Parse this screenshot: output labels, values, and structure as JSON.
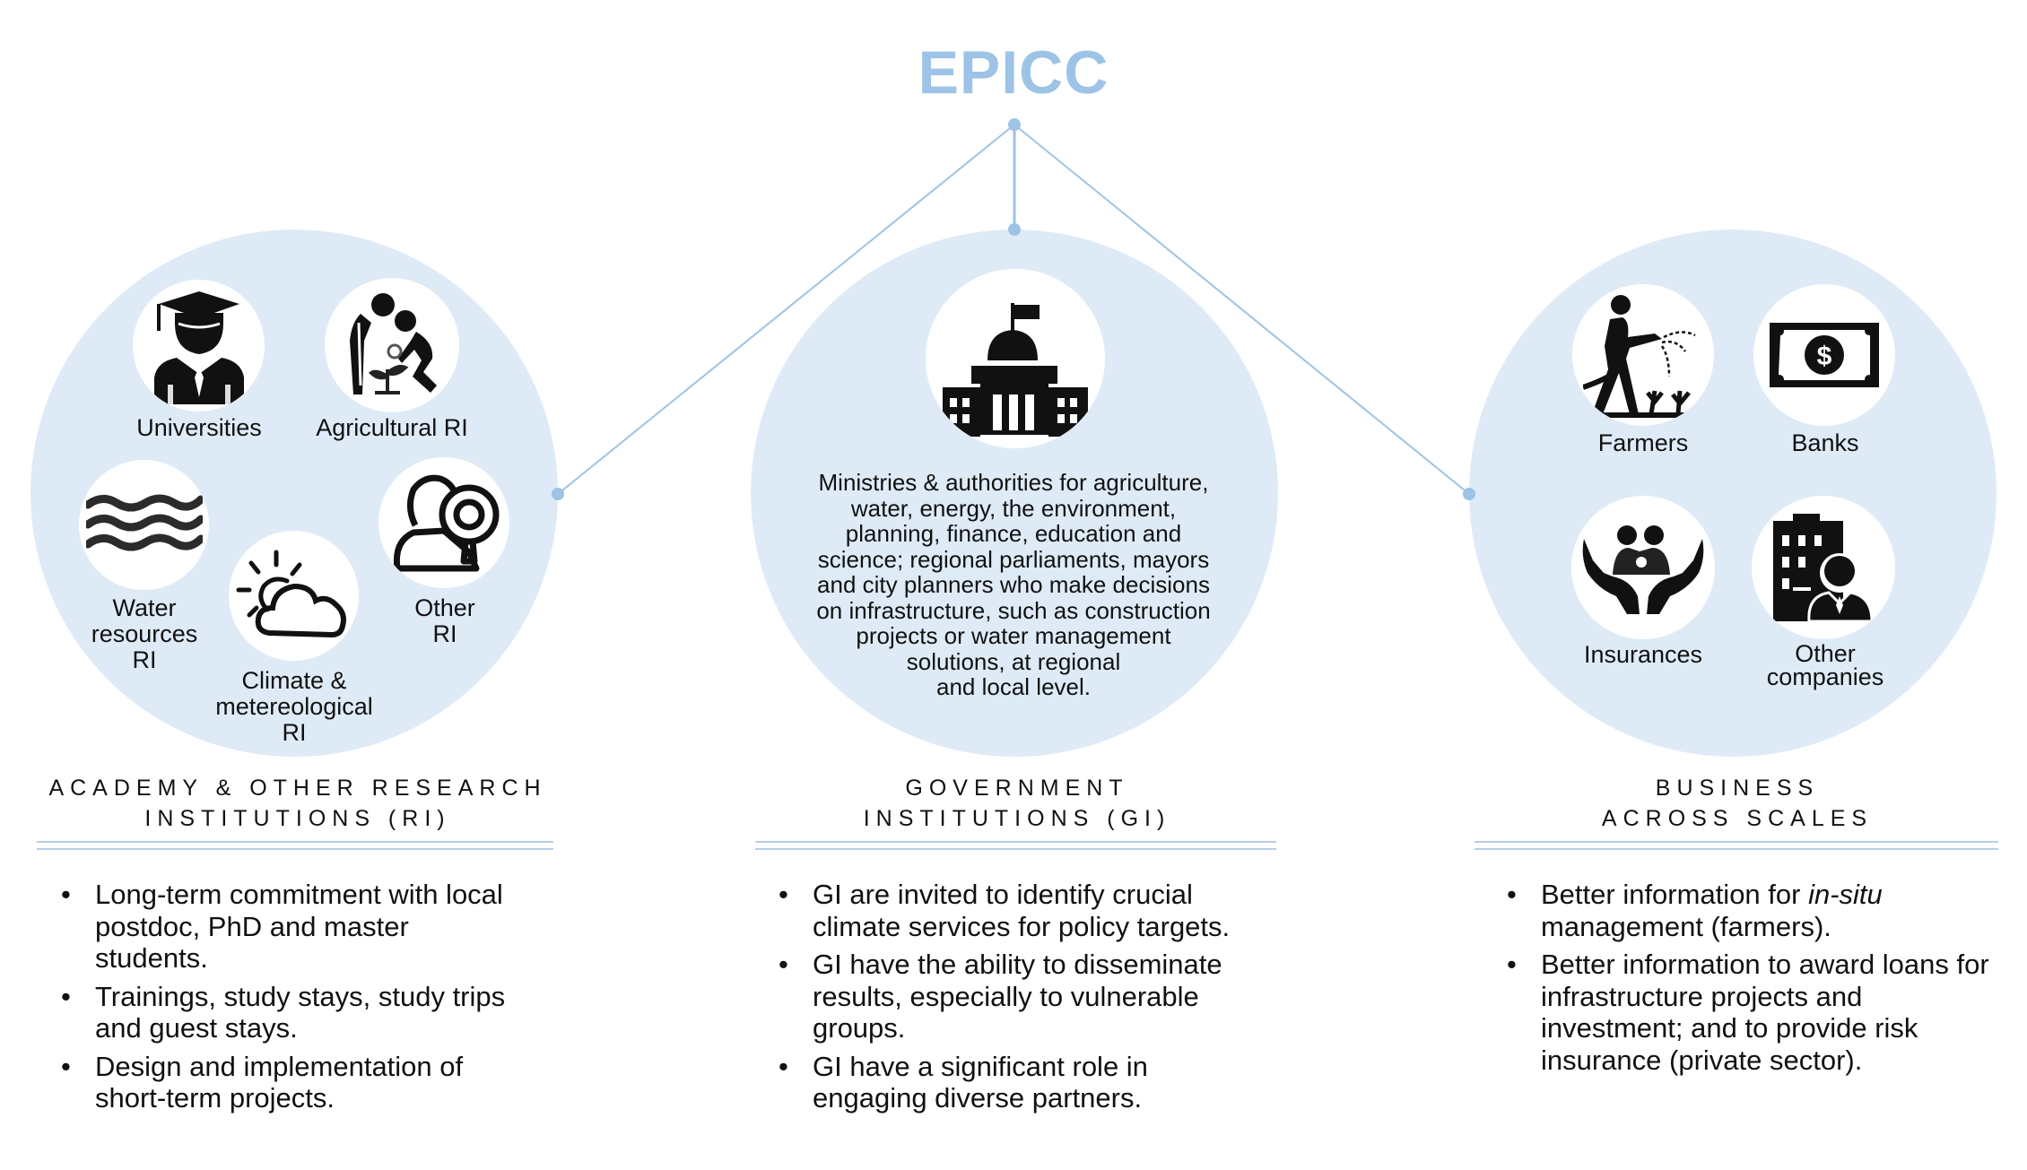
{
  "title": "EPICC",
  "colors": {
    "accent": "#9dc3e6",
    "circle_fill": "#deebf7",
    "icon_fill": "#ffffff",
    "divider": "#b4cfea",
    "text": "#111111"
  },
  "columns": [
    {
      "id": "academy",
      "heading_line1": "ACADEMY & OTHER RESEARCH",
      "heading_line2": "INSTITUTIONS (RI)",
      "icons": [
        {
          "icon": "graduate-icon",
          "label": "Universities"
        },
        {
          "icon": "researchers-plant-icon",
          "label": "Agricultural RI"
        },
        {
          "icon": "water-waves-icon",
          "label_lines": [
            "Water",
            "resources",
            "RI"
          ]
        },
        {
          "icon": "sun-cloud-icon",
          "label_lines": [
            "Climate &",
            "metereological",
            "RI"
          ]
        },
        {
          "icon": "person-search-icon",
          "label_lines": [
            "Other",
            "RI"
          ]
        }
      ],
      "bullets": [
        "Long-term commitment with local postdoc, PhD and master students.",
        "Trainings, study stays, study trips and guest stays.",
        "Design and implementation of short-term projects."
      ]
    },
    {
      "id": "government",
      "heading_line1": "GOVERNMENT",
      "heading_line2": "INSTITUTIONS (GI)",
      "icons": [
        {
          "icon": "capitol-building-icon"
        }
      ],
      "description_lines": [
        "Ministries & authorities for agriculture,",
        "water, energy, the environment,",
        "planning, finance, education and",
        "science; regional parliaments, mayors",
        "and city planners who make decisions",
        "on infrastructure, such as construction",
        "projects or water management",
        "solutions, at regional",
        "and local level."
      ],
      "bullets": [
        "GI are invited to identify crucial climate services for policy targets.",
        "GI have the ability to disseminate results, especially to vulnerable groups.",
        "GI have a significant role in engaging diverse partners."
      ]
    },
    {
      "id": "business",
      "heading_line1": "BUSINESS",
      "heading_line2": "ACROSS SCALES",
      "icons": [
        {
          "icon": "farmer-watering-icon",
          "label": "Farmers"
        },
        {
          "icon": "banknote-dollar-icon",
          "label": "Banks"
        },
        {
          "icon": "hands-family-icon",
          "label": "Insurances"
        },
        {
          "icon": "building-businessman-icon",
          "label_lines": [
            "Other",
            "companies"
          ]
        }
      ],
      "bullets": [
        {
          "before": "Better information for ",
          "italic": "in-situ",
          "after": " management (farmers)."
        },
        "Better information to award loans for infrastructure projects and investment; and to provide risk insurance (private sector)."
      ]
    }
  ],
  "bullet_glyph": "•"
}
